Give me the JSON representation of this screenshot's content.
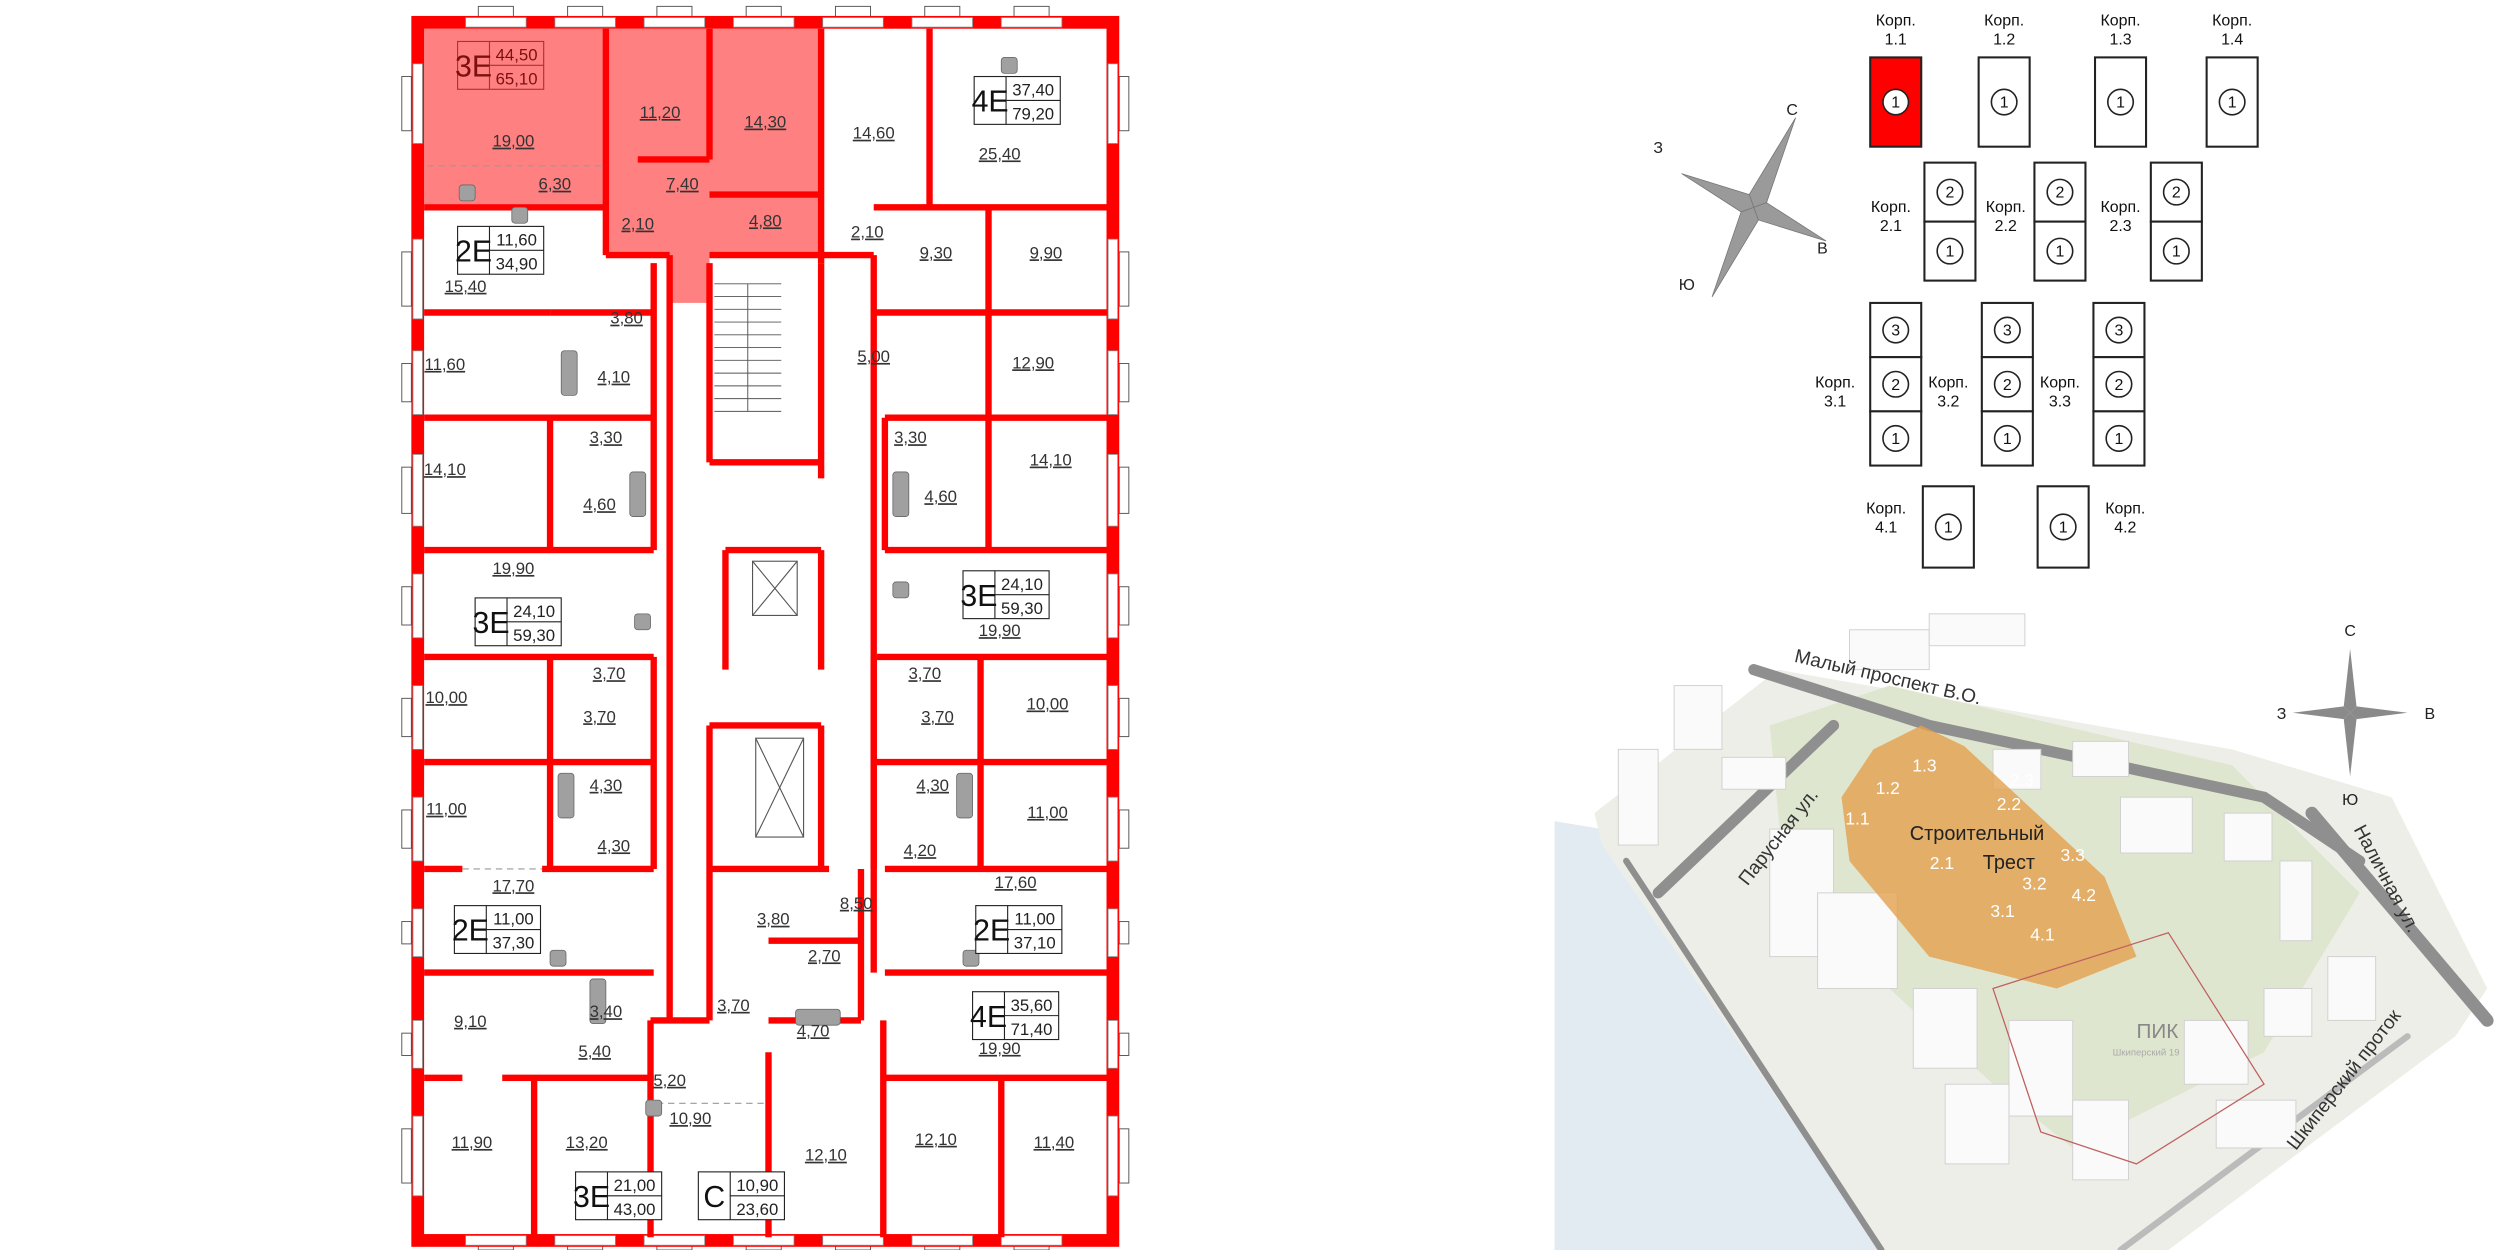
{
  "colors": {
    "wall": "#ff0000",
    "selected_apartment": "#ff8080",
    "selected_section": "#ff0000",
    "fixture": "#a0a0a0",
    "complex_highlight": "#e3a04e"
  },
  "plan": {
    "rooms": [
      "19,00",
      "6,30",
      "11,20",
      "14,30",
      "7,40",
      "2,10",
      "4,80",
      "14,60",
      "25,40",
      "2,10",
      "9,30",
      "9,90",
      "15,40",
      "3,80",
      "11,60",
      "4,10",
      "5,00",
      "12,90",
      "3,30",
      "14,10",
      "4,60",
      "3,30",
      "14,10",
      "4,60",
      "19,90",
      "19,90",
      "3,70",
      "3,70",
      "10,00",
      "10,00",
      "3,70",
      "3,70",
      "4,30",
      "4,30",
      "11,00",
      "11,00",
      "4,30",
      "4,20",
      "17,70",
      "17,60",
      "3,80",
      "8,50",
      "2,70",
      "3,40",
      "9,10",
      "3,70",
      "4,70",
      "19,90",
      "5,40",
      "5,20",
      "10,90",
      "11,90",
      "13,20",
      "12,10",
      "12,10",
      "11,40"
    ],
    "badges": [
      {
        "type": "3E",
        "living": "44,50",
        "total": "65,10",
        "selected": true
      },
      {
        "type": "4E",
        "living": "37,40",
        "total": "79,20"
      },
      {
        "type": "2E",
        "living": "11,60",
        "total": "34,90"
      },
      {
        "type": "3E",
        "living": "24,10",
        "total": "59,30"
      },
      {
        "type": "3E",
        "living": "24,10",
        "total": "59,30"
      },
      {
        "type": "2E",
        "living": "11,00",
        "total": "37,30"
      },
      {
        "type": "2E",
        "living": "11,00",
        "total": "37,10"
      },
      {
        "type": "4E",
        "living": "35,60",
        "total": "71,40"
      },
      {
        "type": "3E",
        "living": "21,00",
        "total": "43,00"
      },
      {
        "type": "C",
        "living": "10,90",
        "total": "23,60"
      }
    ]
  },
  "compass_rose": {
    "north": "С",
    "west": "З",
    "east": "В",
    "south": "Ю"
  },
  "buildings": {
    "prefix": "Корп.",
    "items": [
      {
        "name": "1.1",
        "sections": [
          "1"
        ],
        "selected": "1"
      },
      {
        "name": "1.2",
        "sections": [
          "1"
        ]
      },
      {
        "name": "1.3",
        "sections": [
          "1"
        ]
      },
      {
        "name": "1.4",
        "sections": [
          "1"
        ]
      },
      {
        "name": "2.1",
        "sections": [
          "2",
          "1"
        ]
      },
      {
        "name": "2.2",
        "sections": [
          "2",
          "1"
        ]
      },
      {
        "name": "2.3",
        "sections": [
          "2",
          "1"
        ]
      },
      {
        "name": "3.1",
        "sections": [
          "3",
          "2",
          "1"
        ]
      },
      {
        "name": "3.2",
        "sections": [
          "3",
          "2",
          "1"
        ]
      },
      {
        "name": "3.3",
        "sections": [
          "3",
          "2",
          "1"
        ]
      },
      {
        "name": "4.1",
        "sections": [
          "1"
        ]
      },
      {
        "name": "4.2",
        "sections": [
          "1"
        ]
      }
    ]
  },
  "map": {
    "streets": [
      "Малый проспект В.О.",
      "Парусная ул.",
      "Наличная ул.",
      "Шкиперский проток"
    ],
    "complex_name_line1": "Строительный",
    "complex_name_line2": "Трест",
    "building_numbers": [
      "1.1",
      "1.2",
      "1.3",
      "2.1",
      "2.2",
      "2.3",
      "3.1",
      "3.2",
      "3.3",
      "4.1",
      "4.2"
    ],
    "neighbor_brand": "ПИК",
    "neighbor_name": "Шкиперский 19",
    "compass": {
      "north": "С",
      "west": "З",
      "east": "В",
      "south": "Ю"
    }
  }
}
